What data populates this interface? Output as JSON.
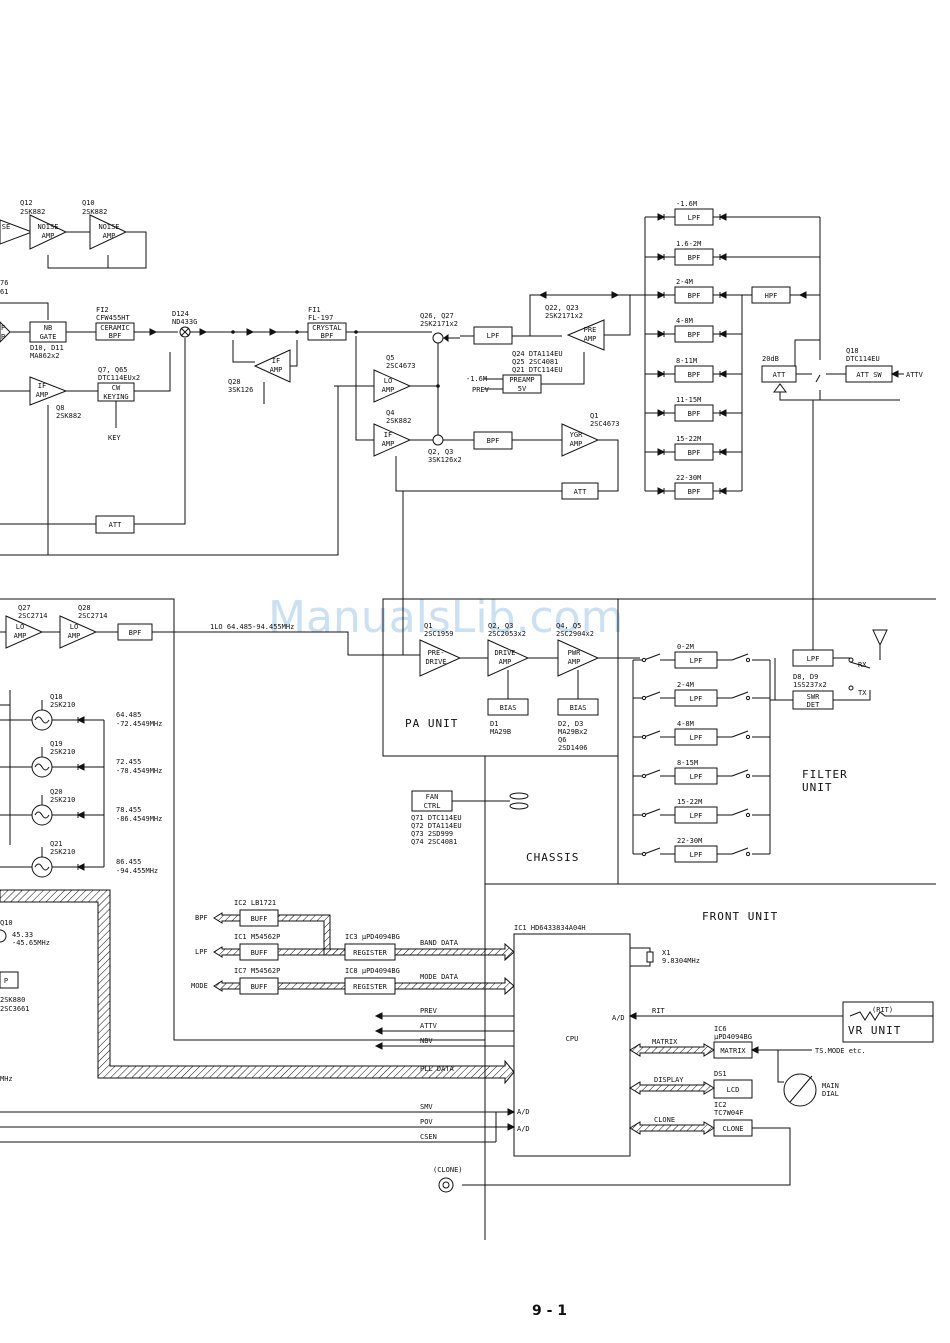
{
  "page": {
    "number": "9 - 1",
    "watermark": "ManualsLib.com"
  },
  "units": {
    "pa": "PA UNIT",
    "filter": [
      "FILTER",
      "UNIT"
    ],
    "chassis": "CHASSIS",
    "front": "FRONT UNIT",
    "vr": "VR UNIT",
    "vr_pot": "(RIT)"
  },
  "rx_chain": {
    "q12": [
      "Q12",
      "2SK882"
    ],
    "q10": [
      "Q10",
      "2SK882"
    ],
    "noise_amp": [
      "NOISE",
      "AMP"
    ],
    "q76_frag": [
      "76",
      "61"
    ],
    "nb_gate": [
      "NB",
      "GATE"
    ],
    "d10_d11": [
      "D10, D11",
      "MA862x2"
    ],
    "fi2": [
      "FI2",
      "CFW455HT"
    ],
    "ceramic_bpf": [
      "CERAMIC",
      "BPF"
    ],
    "d124": [
      "D124",
      "ND433G"
    ],
    "fi1": [
      "FI1",
      "FL-197"
    ],
    "crystal_bpf": [
      "CRYSTAL",
      "BPF"
    ],
    "q26_q27": [
      "Q26, Q27",
      "2SK2171x2"
    ],
    "lpf": "LPF",
    "q22_q23": [
      "Q22, Q23",
      "2SK2171x2"
    ],
    "pre_amp": [
      "PRE",
      "AMP"
    ],
    "q24": "Q24  DTA114EU",
    "q25": "Q25  2SC4081",
    "q21": "Q21  DTC114EU",
    "preamp5v": [
      "PREAMP",
      "5V"
    ],
    "m16": "-1.6M",
    "prev": "PREV",
    "q7_q65": [
      "Q7, Q65",
      "DTC114EUx2"
    ],
    "cw_keying": [
      "CW",
      "KEYING"
    ],
    "key": "KEY",
    "if_amp": [
      "IF",
      "AMP"
    ],
    "q8": [
      "Q8",
      "2SK882"
    ],
    "q28": [
      "Q28",
      "3SK126"
    ],
    "q5": [
      "Q5",
      "2SC4673"
    ],
    "lo_amp": [
      "LO",
      "AMP"
    ],
    "q4": [
      "Q4",
      "2SK882"
    ],
    "q2_q3": [
      "Q2, Q3",
      "3SK126x2"
    ],
    "bpf": "BPF",
    "q1": [
      "Q1",
      "2SC4673"
    ],
    "ygr_amp": [
      "YGR",
      "AMP"
    ],
    "att": "ATT"
  },
  "bpf_bank": {
    "bands": [
      "-1.6M",
      "1.6-2M",
      "2-4M",
      "4-8M",
      "8-11M",
      "11-15M",
      "15-22M",
      "22-30M"
    ],
    "types": [
      "LPF",
      "BPF",
      "BPF",
      "BPF",
      "BPF",
      "BPF",
      "BPF",
      "BPF"
    ],
    "hpf": "HPF",
    "att20": "20dB",
    "att": "ATT",
    "q18": [
      "Q18",
      "DTC114EU"
    ],
    "att_sw": "ATT SW",
    "attv": "ATTV"
  },
  "pll": {
    "q27": [
      "Q27",
      "2SC2714"
    ],
    "q28": [
      "Q28",
      "2SC2714"
    ],
    "lo_amp": [
      "LO",
      "AMP"
    ],
    "bpf": "BPF",
    "lo1": "1LO   64.485-94.455MHz",
    "vcos": [
      {
        "q": "Q18",
        "part": "2SK210",
        "f1": "64.485",
        "f2": "-72.4549MHz"
      },
      {
        "q": "Q19",
        "part": "2SK210",
        "f1": "72.455",
        "f2": "-78.4549MHz"
      },
      {
        "q": "Q20",
        "part": "2SK210",
        "f1": "78.455",
        "f2": "-86.4549MHz"
      },
      {
        "q": "Q21",
        "part": "2SK210",
        "f1": "86.455",
        "f2": "-94.455MHz"
      }
    ],
    "q10frag": "Q10",
    "f45": [
      "45.33",
      "-45.65MHz"
    ],
    "sk880": "2SK880",
    "sc3661": "2SC3661",
    "mhz_frag": "MHz"
  },
  "pa": {
    "q_labels": [
      "Q1",
      "Q2, Q3",
      "Q4, Q5"
    ],
    "q_parts": [
      "2SC1959",
      "2SC2053x2",
      "2SC2904x2"
    ],
    "pre_drive": [
      "PRE-",
      "DRIVE"
    ],
    "drive_amp": [
      "DRIVE",
      "AMP"
    ],
    "pwr_amp": [
      "PWR",
      "AMP"
    ],
    "bias": "BIAS",
    "d1": [
      "D1",
      "MA29B"
    ],
    "d2": [
      "D2, D3",
      "MA29Bx2",
      "Q6",
      "2SD1406"
    ]
  },
  "filter_unit": {
    "bands": [
      "0-2M",
      "2-4M",
      "4-8M",
      "8-15M",
      "15-22M",
      "22-30M"
    ],
    "lpf": "LPF",
    "d8_d9": [
      "D8, D9",
      "1SS237x2"
    ],
    "swr_det": [
      "SWR",
      "DET"
    ],
    "rx": "RX",
    "tx": "TX"
  },
  "fan": {
    "ctrl": [
      "FAN",
      "CTRL"
    ],
    "parts": [
      "Q71  DTC114EU",
      "Q72  DTA114EU",
      "Q73  2SD999",
      "Q74  2SC4081"
    ]
  },
  "front": {
    "ic2_lb": "IC2 LB1721",
    "ic1_m": "IC1 M54562P",
    "ic7_m": "IC7 M54562P",
    "ic3": "IC3 μPD4094BG",
    "ic8": "IC8 μPD4094BG",
    "buff": "BUFF",
    "register": "REGISTER",
    "bpf_in": "BPF",
    "lpf_in": "LPF",
    "mode_in": "MODE",
    "band_data": "BAND DATA",
    "mode_data": "MODE DATA",
    "ic1_cpu": "IC1 HD6433834A04H",
    "cpu": "CPU",
    "x1": [
      "X1",
      "9.8304MHz"
    ],
    "ad": "A/D",
    "rit": "RIT",
    "prev": "PREV",
    "attv": "ATTV",
    "nbv": "NBV",
    "pll_data": "PLL DATA",
    "smv": "SMV",
    "pov": "POV",
    "csen": "CSEN",
    "matrix_bus": "MATRIX",
    "display_bus": "DISPLAY",
    "clone_bus": "CLONE",
    "ic6": [
      "IC6",
      "μPD4094BG"
    ],
    "matrix": "MATRIX",
    "ds1": "DS1",
    "lcd": "LCD",
    "ic2_tc": [
      "IC2",
      "TC7W04F"
    ],
    "clone": "CLONE",
    "ts_mode": "TS.MODE etc.",
    "main_dial": [
      "MAIN",
      "DIAL"
    ],
    "clone_jack": "(CLONE)"
  }
}
